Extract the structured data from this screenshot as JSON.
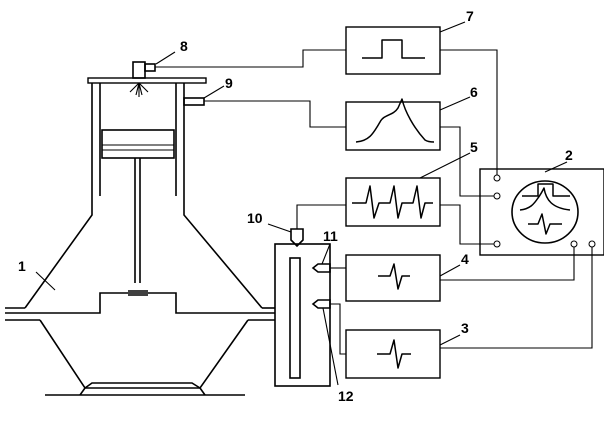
{
  "labels": {
    "engine": "1",
    "oscilloscope": "2",
    "box_3": "3",
    "box_4": "4",
    "box_5": "5",
    "box_6": "6",
    "box_7": "7",
    "injector_sensor": "8",
    "pressure_sensor": "9",
    "sensor_10": "10",
    "sensor_11": "11",
    "sensor_12": "12"
  }
}
